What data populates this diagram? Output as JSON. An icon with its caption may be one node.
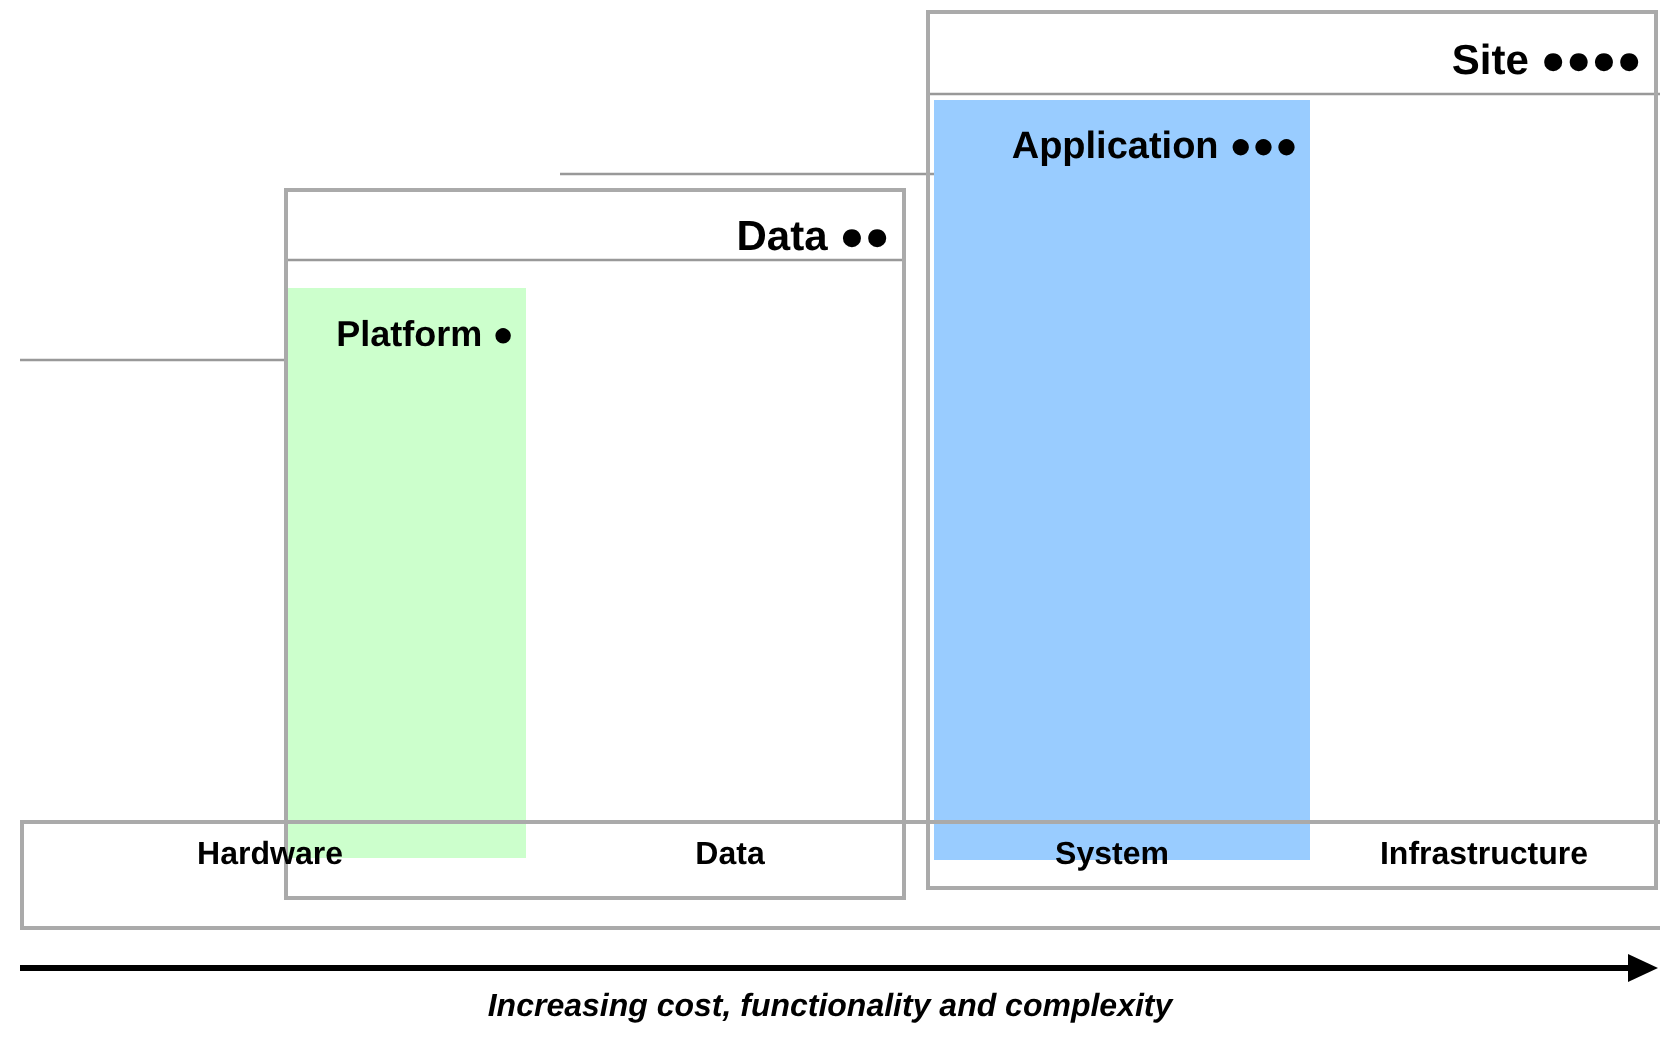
{
  "diagram": {
    "caption": "Increasing cost, functionality and complexity",
    "nodes": [
      {
        "text": [
          "Site ●●●●"
        ]
      },
      {
        "text": [
          "Application ●●●"
        ],
        "in": 0
      },
      {
        "text": [
          "Data ●●"
        ]
      },
      {
        "text": [
          "Platform ●"
        ],
        "in": 2
      },
      {
        "text": [
          "Hardware",
          "Data",
          "System",
          "Infrastructure"
        ]
      }
    ]
  }
}
